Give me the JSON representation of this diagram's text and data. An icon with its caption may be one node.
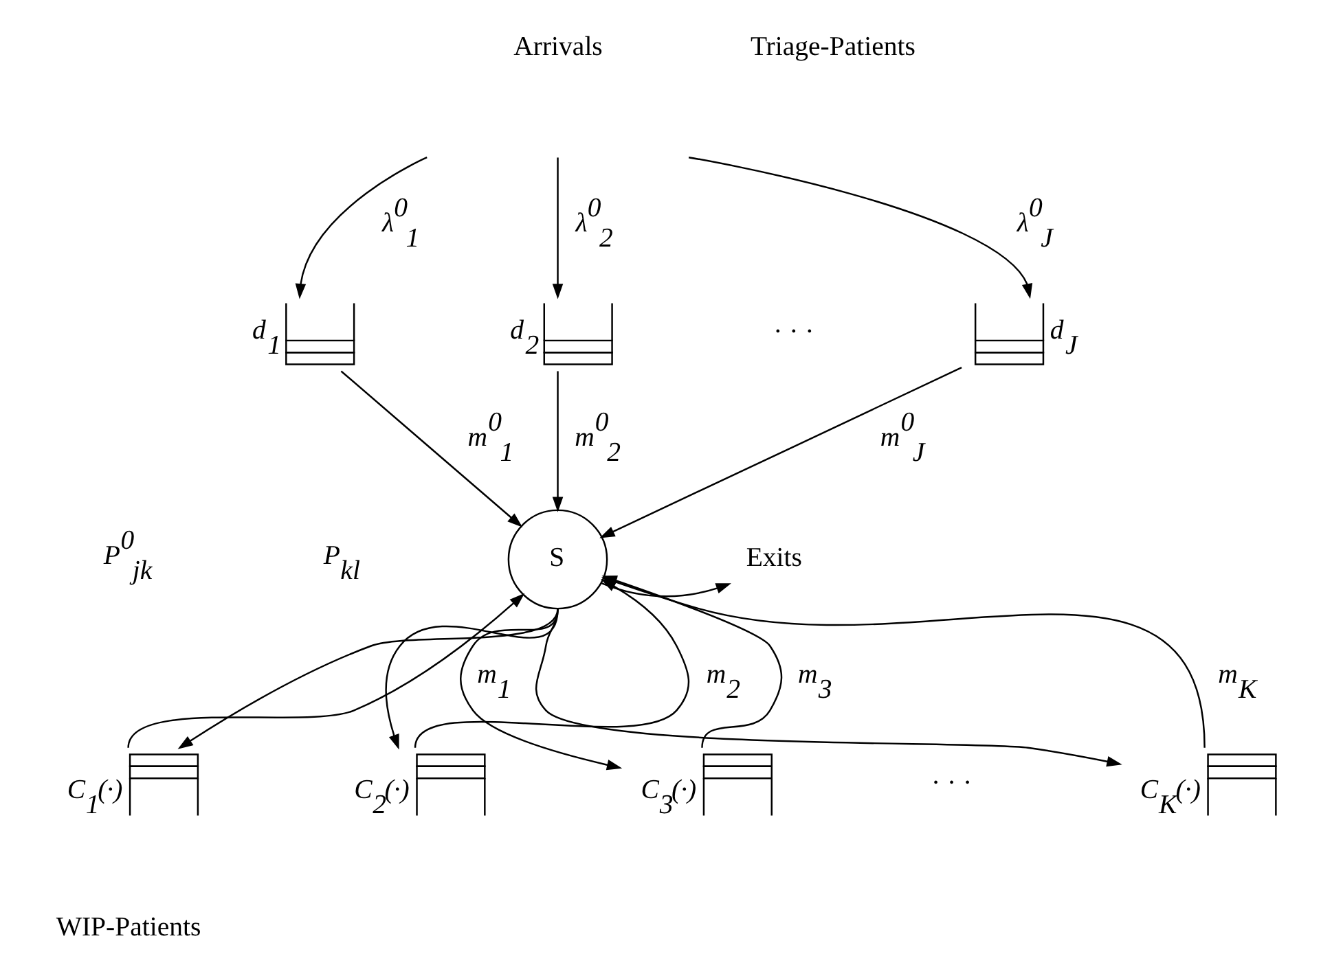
{
  "diagram": {
    "nodes": [
      {
        "text": [],
        "shape": "box",
        "beside": [
          "d$_{1}$"
        ]
      },
      {
        "text": [],
        "shape": "box",
        "beside": [
          "d$_{2}$"
        ]
      },
      {
        "text": [],
        "shape": "box",
        "beside": [
          "d$_{J}$"
        ]
      },
      {
        "text": [
          "S"
        ]
      },
      {
        "text": [
          "Exits"
        ]
      },
      {
        "text": [],
        "shape": "box",
        "beside": [
          "C$_{1}$(·)"
        ]
      },
      {
        "text": [],
        "shape": "box",
        "beside": [
          "C$_{2}$(·)"
        ]
      },
      {
        "text": [],
        "shape": "box",
        "beside": [
          "C$_{3}$(·)"
        ]
      },
      {
        "text": [],
        "shape": "box",
        "beside": [
          "C$_{K}$(·)"
        ]
      }
    ],
    "edges": [
      {
        "from": null,
        "to": 0,
        "arrow": "to",
        "label": "λ$^{0}$$_{1}$"
      },
      {
        "from": null,
        "to": 1,
        "arrow": "to",
        "label": "λ$^{0}$$_{2}$"
      },
      {
        "from": null,
        "to": 2,
        "arrow": "to",
        "label": "λ$^{0}$$_{J}$"
      },
      {
        "from": 0,
        "to": 3,
        "arrow": "to",
        "label": "m$^{0}$$_{1}$"
      },
      {
        "from": 1,
        "to": 3,
        "arrow": "to",
        "label": "m$^{0}$$_{2}$"
      },
      {
        "from": 2,
        "to": 3,
        "arrow": "to",
        "label": "m$^{0}$$_{J}$"
      },
      {
        "from": 3,
        "to": 4,
        "arrow": "to"
      },
      {
        "from": 3,
        "to": 5,
        "arrow": "to"
      },
      {
        "from": 3,
        "to": 6,
        "arrow": "to"
      },
      {
        "from": 3,
        "to": 7,
        "arrow": "to"
      },
      {
        "from": 3,
        "to": 8,
        "arrow": "to"
      },
      {
        "from": 5,
        "to": 3,
        "arrow": "to",
        "label": "m$_{1}$"
      },
      {
        "from": 6,
        "to": 3,
        "arrow": "to",
        "label": "m$_{2}$"
      },
      {
        "from": 7,
        "to": 3,
        "arrow": "to",
        "label": "m$_{3}$"
      },
      {
        "from": 8,
        "to": 3,
        "arrow": "to",
        "label": "m$_{K}$"
      }
    ],
    "labels": [
      "Arrivals",
      "Triage-Patients",
      "· · ·",
      "P$^{0}$$_{jk}$",
      "P$_{kl}$",
      "· · ·",
      "WIP-Patients"
    ]
  }
}
